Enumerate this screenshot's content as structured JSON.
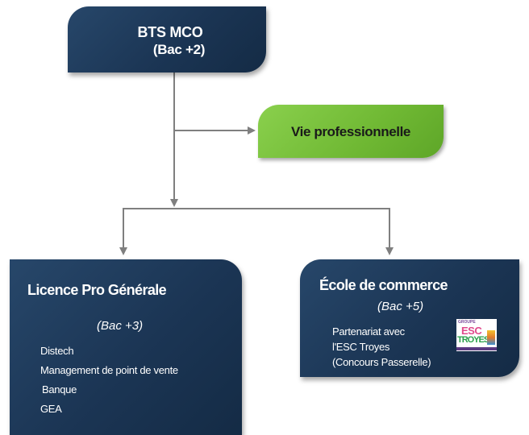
{
  "top_box": {
    "line1": "BTS MCO",
    "line2": "(Bac +2)"
  },
  "green_box": {
    "label": "Vie professionnelle"
  },
  "left_box": {
    "title": "Licence Pro Générale",
    "level": "(Bac +3)",
    "items": [
      "Distech",
      "Management de point de vente",
      "Banque",
      "GEA"
    ]
  },
  "right_box": {
    "title": "École de commerce",
    "level": "(Bac +5)",
    "lines": [
      "Partenariat avec",
      "l'ESC Troyes",
      "(Concours Passerelle)"
    ],
    "logo": {
      "top_text": "GROUPE",
      "text1": "ESC",
      "text2": "TROYES",
      "bottom_text": ""
    }
  },
  "colors": {
    "navy": "#1b3554",
    "green": "#6fb833",
    "connector": "#7f7f7f"
  }
}
